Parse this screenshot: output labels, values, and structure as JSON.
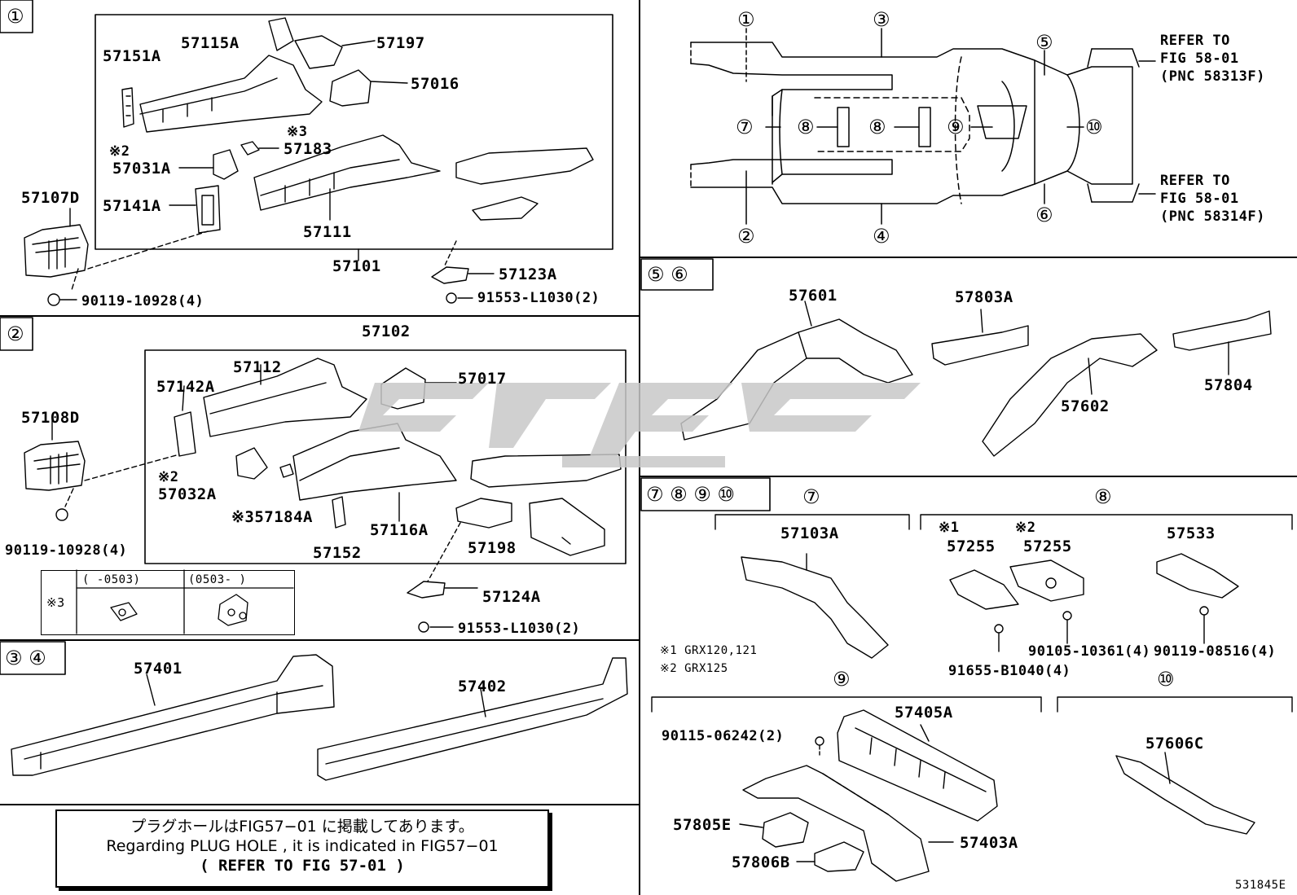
{
  "sections": {
    "s1": "①",
    "s2": "②",
    "s34": "③ ④",
    "s56": "⑤ ⑥",
    "s78910": "⑦ ⑧ ⑨ ⑩",
    "s7": "⑦",
    "s8": "⑧",
    "s9": "⑨",
    "s10": "⑩"
  },
  "overview": {
    "c1": "①",
    "c2": "②",
    "c3": "③",
    "c4": "④",
    "c5": "⑤",
    "c6": "⑥",
    "c7": "⑦",
    "c8a": "⑧",
    "c8b": "⑧",
    "c9": "⑨",
    "c10": "⑩",
    "refer_top": [
      "REFER TO",
      "FIG 58-01",
      "(PNC 58313F)"
    ],
    "refer_bottom": [
      "REFER TO",
      "FIG 58-01",
      "(PNC 58314F)"
    ]
  },
  "parts_s1": {
    "p57151A": "57151A",
    "p57115A": "57115A",
    "p57197": "57197",
    "p57016": "57016",
    "n3": "※3",
    "p57183": "57183",
    "n2": "※2",
    "p57031A": "57031A",
    "p57107D": "57107D",
    "p57141A": "57141A",
    "p57111": "57111",
    "p57101": "57101",
    "p57123A": "57123A",
    "b90119": "90119-10928(4)",
    "b91553": "91553-L1030(2)"
  },
  "parts_s2": {
    "p57102": "57102",
    "p57112": "57112",
    "p57017": "57017",
    "p57142A": "57142A",
    "p57108D": "57108D",
    "n2": "※2",
    "p57032A": "57032A",
    "p57184A": "※357184A",
    "p57116A": "57116A",
    "p57152": "57152",
    "p57198": "57198",
    "b90119": "90119-10928(4)",
    "p57124A": "57124A",
    "b91553": "91553-L1030(2)"
  },
  "table_s3": {
    "mark": "※3",
    "col1": "(  -0503)",
    "col2": "(0503-   )"
  },
  "parts_s34": {
    "p57401": "57401",
    "p57402": "57402"
  },
  "parts_s56": {
    "p57601": "57601",
    "p57803A": "57803A",
    "p57602": "57602",
    "p57804": "57804"
  },
  "parts_s7": {
    "p57103A": "57103A",
    "note1": "※1 GRX120,121",
    "note2": "※2 GRX125"
  },
  "parts_s8": {
    "n1": "※1",
    "n2": "※2",
    "p57255a": "57255",
    "p57255b": "57255",
    "p57533": "57533",
    "b90105": "90105-10361(4)",
    "b90119": "90119-08516(4)",
    "b91655": "91655-B1040(4)"
  },
  "parts_s9": {
    "p57405A": "57405A",
    "b90115": "90115-06242(2)",
    "p57805E": "57805E",
    "p57403A": "57403A",
    "p57806B": "57806B"
  },
  "parts_s10": {
    "p57606C": "57606C"
  },
  "note_box": {
    "jp": "プラグホールはFIG57−01 に掲載してあります。",
    "en": "Regarding  PLUG HOLE , it is  indicated  in  FIG57−01",
    "ref": "(   REFER TO FIG 57-01   )"
  },
  "figure_id": "531845E",
  "colors": {
    "line": "#000000",
    "watermark": "#c8c8c8",
    "background": "#ffffff"
  }
}
